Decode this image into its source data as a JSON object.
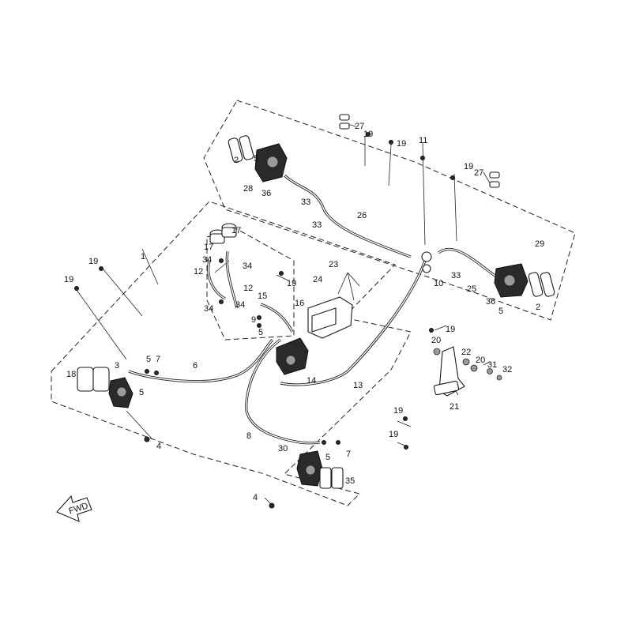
{
  "diagram": {
    "fwd_label": "FWD",
    "callouts": [
      "1",
      "2",
      "3",
      "4",
      "5",
      "6",
      "7",
      "8",
      "9",
      "10",
      "11",
      "12",
      "13",
      "14",
      "15",
      "16",
      "17",
      "18",
      "19",
      "20",
      "21",
      "22",
      "23",
      "24",
      "25",
      "26",
      "27",
      "28",
      "29",
      "30",
      "31",
      "32",
      "33",
      "34",
      "35",
      "36"
    ]
  }
}
